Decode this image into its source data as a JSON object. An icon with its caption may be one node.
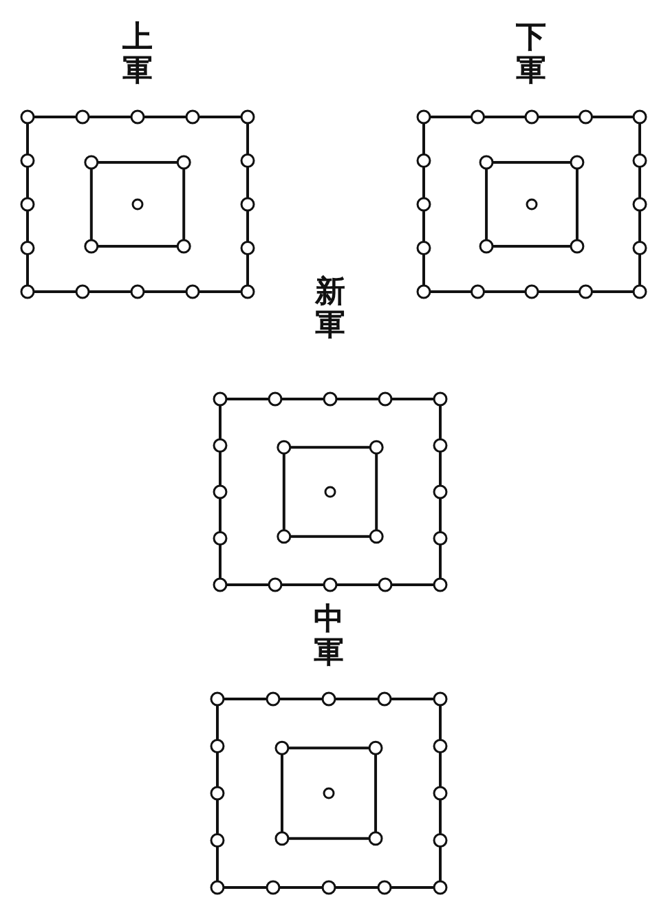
{
  "diagram": {
    "nodes": [
      {
        "text": [
          "上軍"
        ]
      },
      {
        "text": [
          "下軍"
        ]
      },
      {
        "text": [
          "新軍"
        ]
      },
      {
        "text": [
          "中軍"
        ]
      }
    ]
  }
}
